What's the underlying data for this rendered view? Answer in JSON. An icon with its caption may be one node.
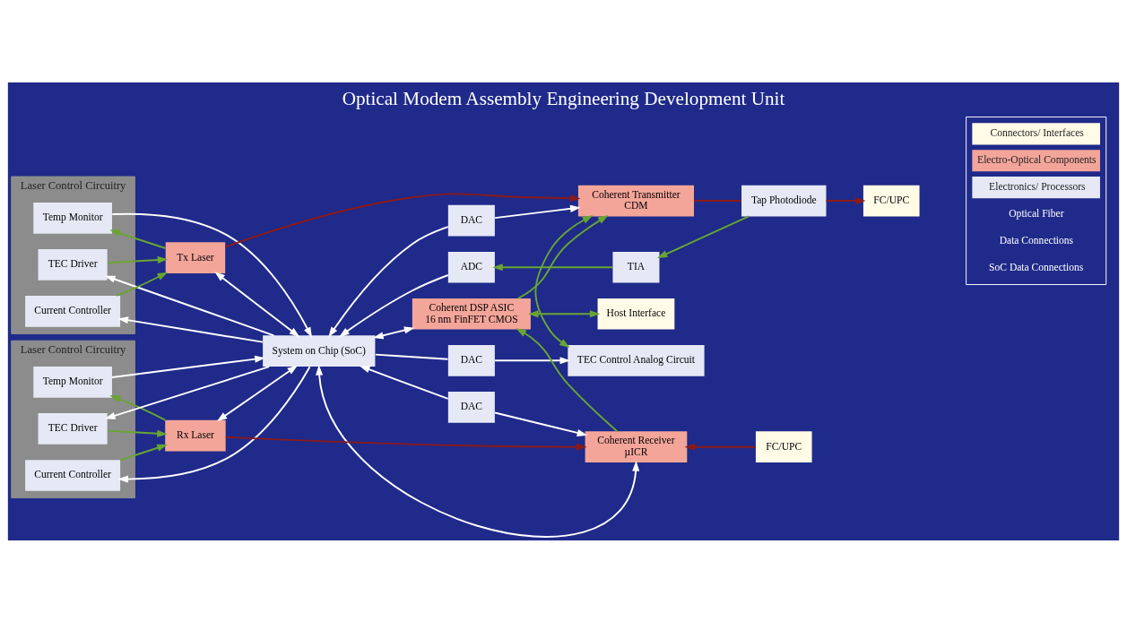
{
  "diagram": {
    "title": "Optical Modem Assembly Engineering Development Unit",
    "nodes": [
      {
        "text": [
          "Laser Control Circuitry"
        ]
      },
      {
        "text": [
          "Temp Monitor"
        ],
        "in": 0
      },
      {
        "text": [
          "TEC Driver"
        ],
        "in": 0
      },
      {
        "text": [
          "Current Controller"
        ],
        "in": 0
      },
      {
        "text": [
          "Tx Laser"
        ]
      },
      {
        "text": [
          "ADC"
        ]
      },
      {
        "text": [
          "TIA"
        ]
      },
      {
        "text": [
          "TEC Control Analog Circuit"
        ]
      },
      {
        "text": [
          "DAC"
        ]
      },
      {
        "text": [
          "Coherent Transmitter",
          "CDM"
        ]
      },
      {
        "text": [
          "Tap Photodiode"
        ]
      },
      {
        "text": [
          "FC/UPC"
        ]
      },
      {
        "text": [
          "DAC"
        ]
      },
      {
        "text": [
          "System on Chip (SoC)"
        ]
      },
      {
        "text": [
          "Coherent DSP ASIC",
          "16 nm FinFET CMOS"
        ]
      },
      {
        "text": [
          "Host Interface"
        ]
      },
      {
        "text": [
          "DAC"
        ]
      },
      {
        "text": [
          "Laser Control Circuitry"
        ]
      },
      {
        "text": [
          "Temp Monitor"
        ],
        "in": 17
      },
      {
        "text": [
          "TEC Driver"
        ],
        "in": 17
      },
      {
        "text": [
          "Current Controller"
        ],
        "in": 17
      },
      {
        "text": [
          "Rx Laser"
        ]
      },
      {
        "text": [
          "Coherent Receiver",
          "µICR"
        ]
      },
      {
        "text": [
          "FC/UPC"
        ]
      }
    ],
    "edges": [
      {
        "from": 1,
        "to": 13,
        "arrow": "to"
      },
      {
        "from": 13,
        "to": 2,
        "arrow": "to"
      },
      {
        "from": 13,
        "to": 3,
        "arrow": "to"
      },
      {
        "from": 18,
        "to": 13,
        "arrow": "to"
      },
      {
        "from": 13,
        "to": 19,
        "arrow": "to"
      },
      {
        "from": 13,
        "to": 20,
        "arrow": "to"
      },
      {
        "from": 4,
        "to": 1,
        "arrow": "to",
        "color": "#6aa532"
      },
      {
        "from": 2,
        "to": 4,
        "arrow": "to",
        "color": "#6aa532"
      },
      {
        "from": 3,
        "to": 4,
        "arrow": "to",
        "color": "#6aa532"
      },
      {
        "from": 21,
        "to": 18,
        "arrow": "to",
        "color": "#6aa532"
      },
      {
        "from": 19,
        "to": 21,
        "arrow": "to",
        "color": "#6aa532"
      },
      {
        "from": 20,
        "to": 21,
        "arrow": "to",
        "color": "#6aa532"
      },
      {
        "from": 13,
        "to": 4,
        "arrow": "both"
      },
      {
        "from": 13,
        "to": 21,
        "arrow": "both"
      },
      {
        "from": 5,
        "to": 13,
        "arrow": "to"
      },
      {
        "from": 13,
        "to": 8,
        "arrow": "none"
      },
      {
        "from": 8,
        "to": 7,
        "arrow": "to"
      },
      {
        "from": 12,
        "to": 9,
        "arrow": "to"
      },
      {
        "from": 12,
        "to": 13,
        "arrow": "to"
      },
      {
        "from": 16,
        "to": 13,
        "arrow": "to"
      },
      {
        "from": 16,
        "to": 22,
        "arrow": "to"
      },
      {
        "from": 13,
        "to": 22,
        "arrow": "both"
      },
      {
        "from": 13,
        "to": 14,
        "arrow": "both"
      },
      {
        "from": 10,
        "to": 6,
        "arrow": "to",
        "color": "#6aa532"
      },
      {
        "from": 6,
        "to": 5,
        "arrow": "to",
        "color": "#6aa532"
      },
      {
        "from": 7,
        "to": 9,
        "arrow": "both",
        "color": "#6aa532"
      },
      {
        "from": 14,
        "to": 9,
        "arrow": "to",
        "color": "#6aa532"
      },
      {
        "from": 22,
        "to": 14,
        "arrow": "to",
        "color": "#6aa532"
      },
      {
        "from": 14,
        "to": 15,
        "arrow": "both",
        "color": "#6aa532"
      },
      {
        "from": 4,
        "to": 9,
        "arrow": "to",
        "color": "#8b1a1a"
      },
      {
        "from": 9,
        "to": 10,
        "arrow": "none",
        "color": "#8b1a1a"
      },
      {
        "from": 10,
        "to": 11,
        "arrow": "to",
        "color": "#8b1a1a"
      },
      {
        "from": 21,
        "to": 22,
        "arrow": "to",
        "color": "#8b1a1a"
      },
      {
        "from": 23,
        "to": 22,
        "arrow": "to",
        "color": "#8b1a1a"
      }
    ],
    "legend": [
      {
        "text": "Connectors/ Interfaces",
        "color": "#fffbe6"
      },
      {
        "text": "Electro-Optical Components",
        "color": "#f4a59a"
      },
      {
        "text": "Electronics/ Processors",
        "color": "#e6e8f5"
      },
      {
        "text": "Optical Fiber"
      },
      {
        "text": "Data Connections"
      },
      {
        "text": "SoC Data Connections"
      }
    ]
  }
}
